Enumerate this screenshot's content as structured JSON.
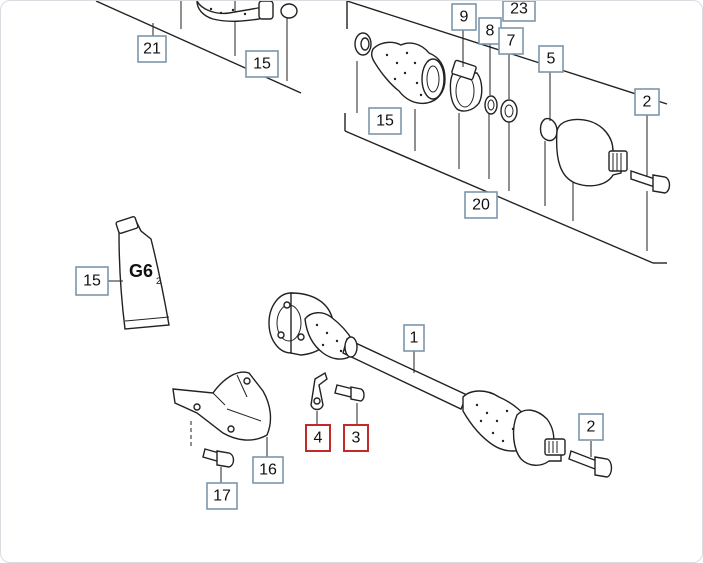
{
  "callouts": [
    {
      "id": "c21",
      "label": "21",
      "highlight": false
    },
    {
      "id": "c15a",
      "label": "15",
      "highlight": false
    },
    {
      "id": "c9",
      "label": "9",
      "highlight": false
    },
    {
      "id": "c23",
      "label": "23",
      "highlight": false
    },
    {
      "id": "c8",
      "label": "8",
      "highlight": false
    },
    {
      "id": "c7",
      "label": "7",
      "highlight": false
    },
    {
      "id": "c5",
      "label": "5",
      "highlight": false
    },
    {
      "id": "c2a",
      "label": "2",
      "highlight": false
    },
    {
      "id": "c15b",
      "label": "15",
      "highlight": false
    },
    {
      "id": "c20",
      "label": "20",
      "highlight": false
    },
    {
      "id": "c15c",
      "label": "15",
      "highlight": false
    },
    {
      "id": "c1",
      "label": "1",
      "highlight": false
    },
    {
      "id": "c2b",
      "label": "2",
      "highlight": false
    },
    {
      "id": "c4",
      "label": "4",
      "highlight": true
    },
    {
      "id": "c3",
      "label": "3",
      "highlight": true
    },
    {
      "id": "c16",
      "label": "16",
      "highlight": false
    },
    {
      "id": "c17",
      "label": "17",
      "highlight": false
    }
  ],
  "grease_tube": {
    "text": "G6",
    "subscript": "2"
  },
  "colors": {
    "callout_border": "#7d96ab",
    "highlight_border": "#c02a2a",
    "line": "#222222"
  }
}
